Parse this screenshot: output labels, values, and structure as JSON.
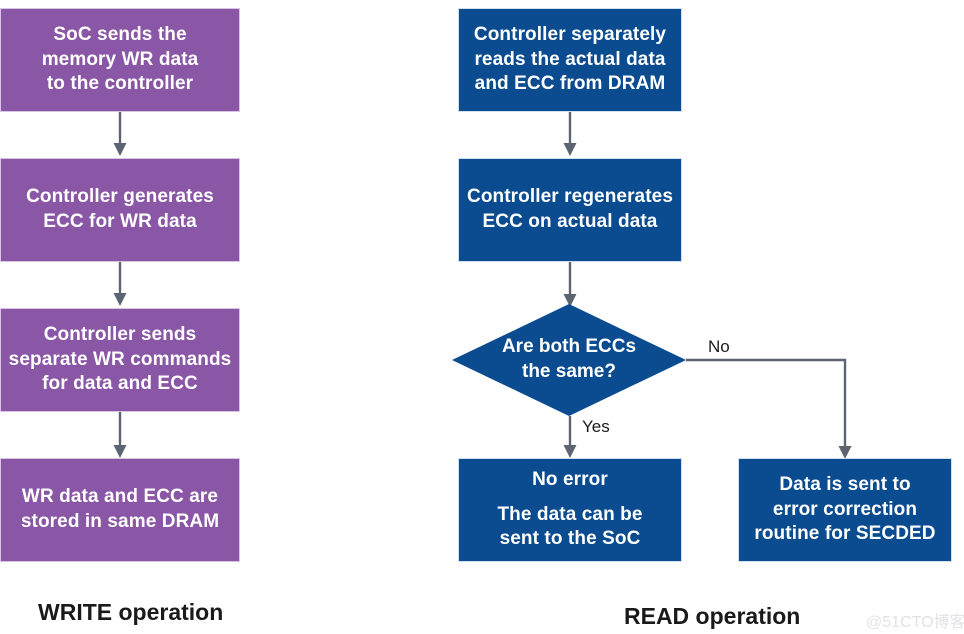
{
  "colors": {
    "write_fill": "#8a57a6",
    "write_border": "#d9c3e4",
    "read_fill": "#0b4c91",
    "read_border": "#cfe0f2",
    "connector": "#5b6470",
    "text_on_shape": "#ffffff",
    "caption_text": "#1a1a1a",
    "watermark": "#e3e3e6",
    "background": "#ffffff"
  },
  "write_flow": {
    "caption": "WRITE operation",
    "nodes": [
      {
        "id": "soc-sends-wr-data",
        "lines": [
          "SoC sends the",
          "memory WR data",
          "to the controller"
        ]
      },
      {
        "id": "controller-generates-ecc",
        "lines": [
          "Controller generates",
          "ECC for WR data"
        ]
      },
      {
        "id": "controller-sends-wr-commands",
        "lines": [
          "Controller sends",
          "separate WR commands",
          "for data and ECC"
        ]
      },
      {
        "id": "wr-data-ecc-stored",
        "lines": [
          "WR data and ECC are",
          "stored in same DRAM"
        ]
      }
    ]
  },
  "read_flow": {
    "caption": "READ operation",
    "nodes": [
      {
        "id": "controller-reads-data-ecc",
        "lines": [
          "Controller separately",
          "reads the actual data",
          "and ECC from DRAM"
        ]
      },
      {
        "id": "controller-regenerates-ecc",
        "lines": [
          "Controller regenerates",
          "ECC on actual data"
        ]
      },
      {
        "id": "no-error-data-sent",
        "lines_top": [
          "No error"
        ],
        "lines_bottom": [
          "The data can be",
          "sent to the SoC"
        ]
      },
      {
        "id": "data-sent-to-secded",
        "lines": [
          "Data is sent to",
          "error correction",
          "routine for SECDED"
        ]
      }
    ],
    "decision": {
      "id": "are-both-eccs-same",
      "lines": [
        "Are both ECCs",
        "the same?"
      ]
    },
    "edge_labels": {
      "yes": "Yes",
      "no": "No"
    }
  },
  "watermark": {
    "text": "@51CTO博客"
  }
}
